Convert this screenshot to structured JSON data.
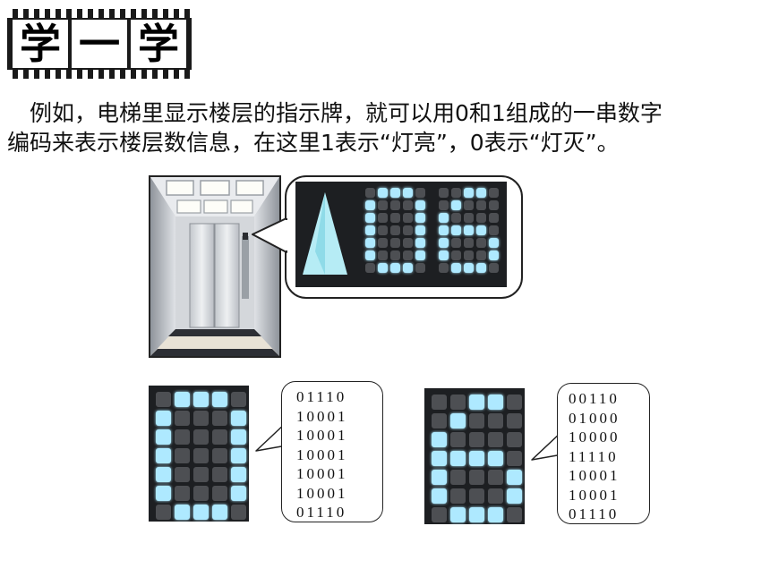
{
  "title": {
    "chars": [
      "学",
      "一",
      "学"
    ]
  },
  "paragraph": {
    "line1": "　例如，电梯里显示楼层的指示牌，就可以用0和1组成的一串数字",
    "line2": "编码来表示楼层数信息，在这里1表示“灯亮”，0表示“灯灭”。"
  },
  "colors": {
    "lit": "#aee9ff",
    "unlit": "#4d4f53",
    "panel_bg": "#1d1f22",
    "arrow": "#b6ecf5"
  },
  "patterns": {
    "zero": [
      "01110",
      "10001",
      "10001",
      "10001",
      "10001",
      "10001",
      "01110"
    ],
    "six": [
      "00110",
      "01000",
      "10000",
      "11110",
      "10001",
      "10001",
      "01110"
    ]
  },
  "codes": {
    "zero": [
      "01110",
      "10001",
      "10001",
      "10001",
      "10001",
      "10001",
      "01110"
    ],
    "six": [
      "00110",
      "01000",
      "10000",
      "11110",
      "10001",
      "10001",
      "01110"
    ]
  }
}
